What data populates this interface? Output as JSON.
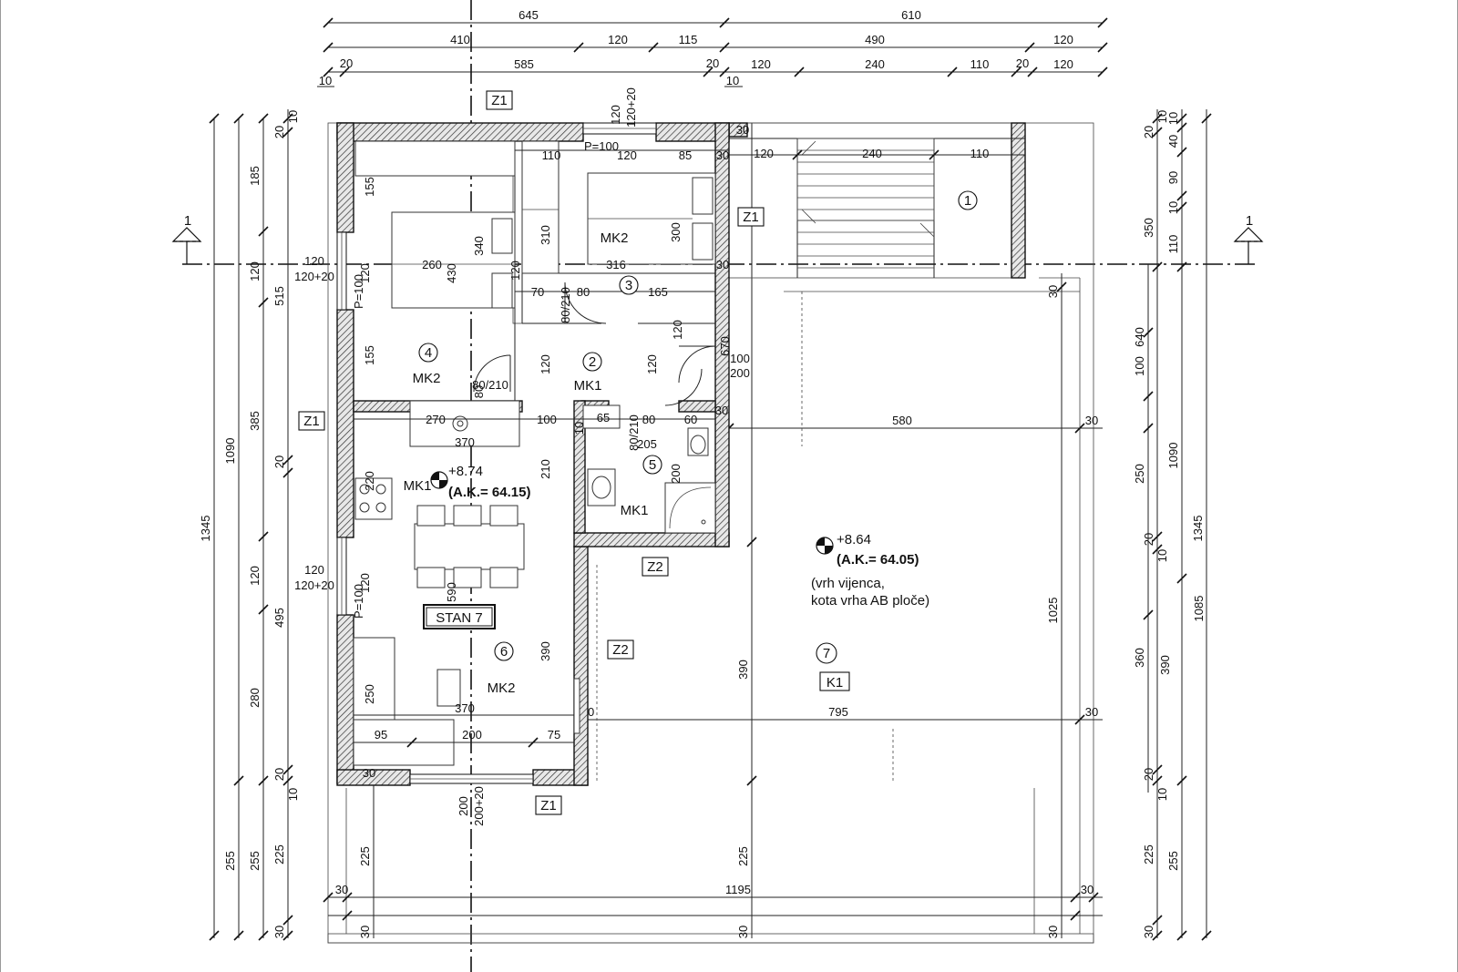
{
  "top_dims": {
    "row1": [
      "645",
      "610"
    ],
    "row2": [
      "410",
      "120",
      "115",
      "490",
      "120"
    ],
    "row3": [
      "20",
      "585",
      "20",
      "120",
      "240",
      "110",
      "20",
      "120"
    ],
    "row3b": [
      "10",
      "10"
    ]
  },
  "left_dims": {
    "outer": [
      "1345"
    ],
    "mid": [
      "1090",
      "255"
    ],
    "inner1": [
      "185",
      "120",
      "385",
      "120",
      "280",
      "255"
    ],
    "inner2": [
      "10",
      "20",
      "515",
      "20",
      "495",
      "20",
      "10",
      "225",
      "30"
    ]
  },
  "right_dims": {
    "outer": [
      "1345"
    ],
    "mid": [
      "1090",
      "1085",
      "255"
    ],
    "inner1": [
      "10",
      "40",
      "90",
      "10",
      "110",
      "640",
      "100",
      "250",
      "360",
      "390",
      "225",
      "30"
    ],
    "inner2": [
      "20",
      "10",
      "350",
      "20",
      "10",
      "20",
      "10",
      "225"
    ]
  },
  "section": {
    "label": "1"
  },
  "wall_types": {
    "z1": "Z1",
    "z2": "Z2",
    "k1": "K1"
  },
  "rooms": [
    {
      "num": "1"
    },
    {
      "num": "2"
    },
    {
      "num": "3"
    },
    {
      "num": "4"
    },
    {
      "num": "5"
    },
    {
      "num": "6"
    },
    {
      "num": "7"
    }
  ],
  "room_types": {
    "mk1": "MK1",
    "mk2": "MK2"
  },
  "stan": "STAN 7",
  "elevations": {
    "a": {
      "level": "+8.74",
      "ak": "(A.K.= 64.15)"
    },
    "b": {
      "level": "+8.64",
      "ak": "(A.K.= 64.05)",
      "note1": "(vrh vijenca,",
      "note2": "kota vrha AB ploče)"
    }
  },
  "inner_dims": {
    "d110": "110",
    "d120": "120",
    "d85": "85",
    "d30": "30",
    "p100": "P=100",
    "w120": "120",
    "w120_20": "120+20",
    "d155": "155",
    "d310": "310",
    "d300": "300",
    "d340": "340",
    "d260": "260",
    "d430": "430",
    "d120b": "120",
    "d316": "316",
    "d70": "70",
    "d80": "80",
    "d80_210": "80/210",
    "d165": "165",
    "d155b": "155",
    "d120c": "120",
    "d100": "100",
    "d670": "670",
    "d200": "200",
    "d270": "270",
    "d100b": "100",
    "d65": "65",
    "d80b": "80",
    "d60": "60",
    "d580": "580",
    "d370": "370",
    "d220": "220",
    "d210": "210",
    "d205": "205",
    "d200b": "200",
    "d80_210b": "80/210",
    "d590": "590",
    "d390": "390",
    "d1025": "1025",
    "d390b": "390",
    "d250": "250",
    "d370b": "370",
    "d30b": "30",
    "d795": "795",
    "d95": "95",
    "d200c": "200",
    "d75": "75",
    "d200_20": "200+20",
    "d200d": "200",
    "d225": "225",
    "d225b": "225",
    "d1195": "1195"
  }
}
